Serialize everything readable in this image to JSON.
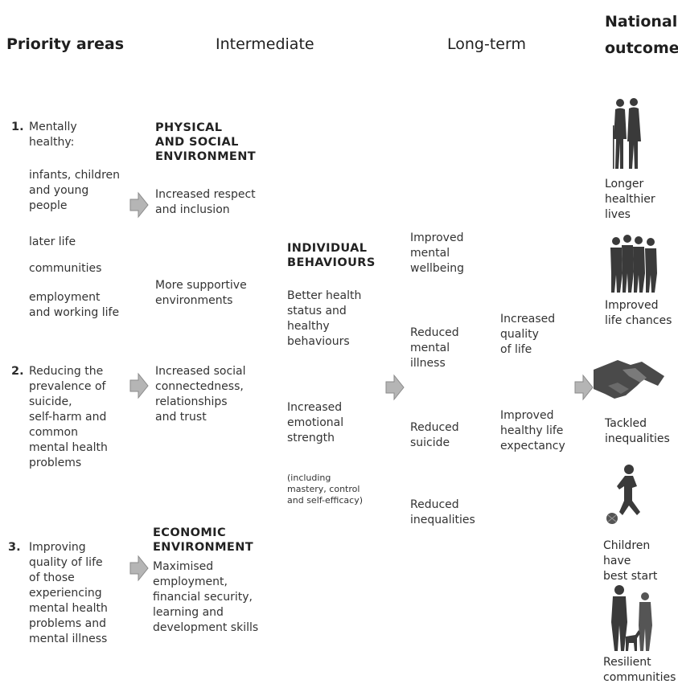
{
  "headers": {
    "priority": "Priority areas",
    "intermediate": "Intermediate",
    "longterm": "Long-term",
    "national": "National\noutcomes"
  },
  "priorities": {
    "p1_num": "1.",
    "p1_title": "Mentally\nhealthy:",
    "p1_items": [
      "infants, children\nand young\npeople",
      "later life",
      "communities",
      "employment\nand working life"
    ],
    "p2_num": "2.",
    "p2_text": "Reducing the\nprevalence of\nsuicide,\nself-harm and\ncommon\nmental health\nproblems",
    "p3_num": "3.",
    "p3_text": "Improving\nquality of life\nof those\nexperiencing\nmental health\nproblems and\nmental illness"
  },
  "environments": {
    "physical_title": "PHYSICAL\nAND SOCIAL\nENVIRONMENT",
    "physical_items": [
      "Increased respect\nand inclusion",
      "More supportive\nenvironments",
      "Increased social\nconnectedness,\nrelationships\nand trust"
    ],
    "economic_title": "ECONOMIC\nENVIRONMENT",
    "economic_item": "Maximised\nemployment,\nfinancial security,\nlearning and\ndevelopment skills"
  },
  "individual": {
    "title": "INDIVIDUAL\nBEHAVIOURS",
    "item1": "Better health\nstatus and\nhealthy\nbehaviours",
    "item2": "Increased\nemotional\nstrength",
    "item2_note": "(including\nmastery, control\nand self-efficacy)"
  },
  "longterm": {
    "items": [
      "Improved\nmental\nwellbeing",
      "Reduced\nmental\nillness",
      "Reduced\nsuicide",
      "Reduced\ninequalities"
    ]
  },
  "quality": {
    "items": [
      "Increased\nquality\nof life",
      "Improved\nhealthy life\nexpectancy"
    ]
  },
  "outcomes": {
    "items": [
      "Longer\nhealthier lives",
      "Improved\nlife chances",
      "Tackled\ninequalities",
      "Children have\nbest start",
      "Resilient\ncommunities"
    ]
  },
  "icons": {
    "arrow": "right-arrow-icon",
    "elderly_couple": "elderly-couple-icon",
    "group": "people-group-icon",
    "handshake": "handshake-icon",
    "child": "child-with-ball-icon",
    "family": "family-with-dog-icon"
  },
  "colors": {
    "arrow": "#b5b5b5",
    "silhouette": "#3a3a3a",
    "hand": "#4a4a4a",
    "text": "#2b2b2b"
  }
}
